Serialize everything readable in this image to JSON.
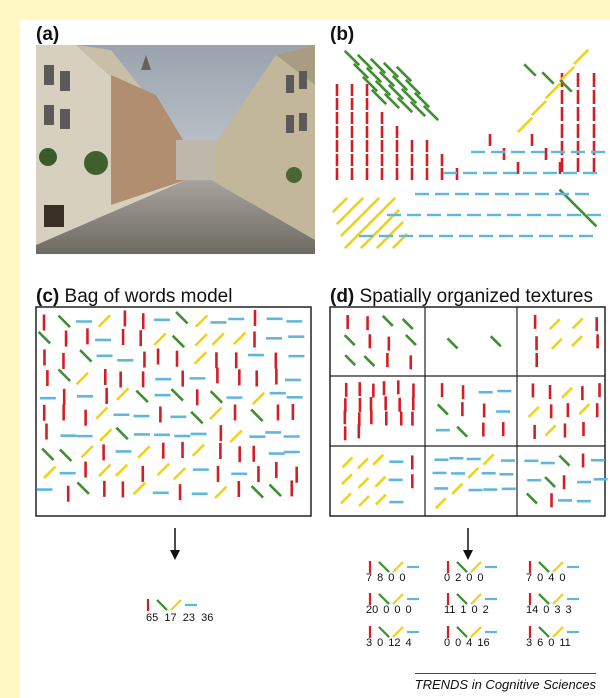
{
  "colors": {
    "vertical": "#d21f25",
    "diag_down": "#3f8f32",
    "diag_up": "#f0d21c",
    "horizontal": "#5fb8dc"
  },
  "panels": {
    "a": {
      "letter": "(a)",
      "title": ""
    },
    "b": {
      "letter": "(b)",
      "title": ""
    },
    "c": {
      "letter": "(c)",
      "title": "Bag of words model"
    },
    "d": {
      "letter": "(d)",
      "title": "Spatially organized textures"
    }
  },
  "photo_description": "street scene",
  "bag_counts": [
    "65",
    "17",
    "23",
    "36"
  ],
  "region_counts": [
    [
      "7",
      "8",
      "0",
      "0"
    ],
    [
      "0",
      "2",
      "0",
      "0"
    ],
    [
      "7",
      "0",
      "4",
      "0"
    ],
    [
      "20",
      "0",
      "0",
      "0"
    ],
    [
      "11",
      "1",
      "0",
      "2"
    ],
    [
      "14",
      "0",
      "3",
      "3"
    ],
    [
      "3",
      "0",
      "12",
      "4"
    ],
    [
      "0",
      "0",
      "4",
      "16"
    ],
    [
      "3",
      "6",
      "0",
      "11"
    ]
  ],
  "footer": "TRENDS in Cognitive Sciences"
}
